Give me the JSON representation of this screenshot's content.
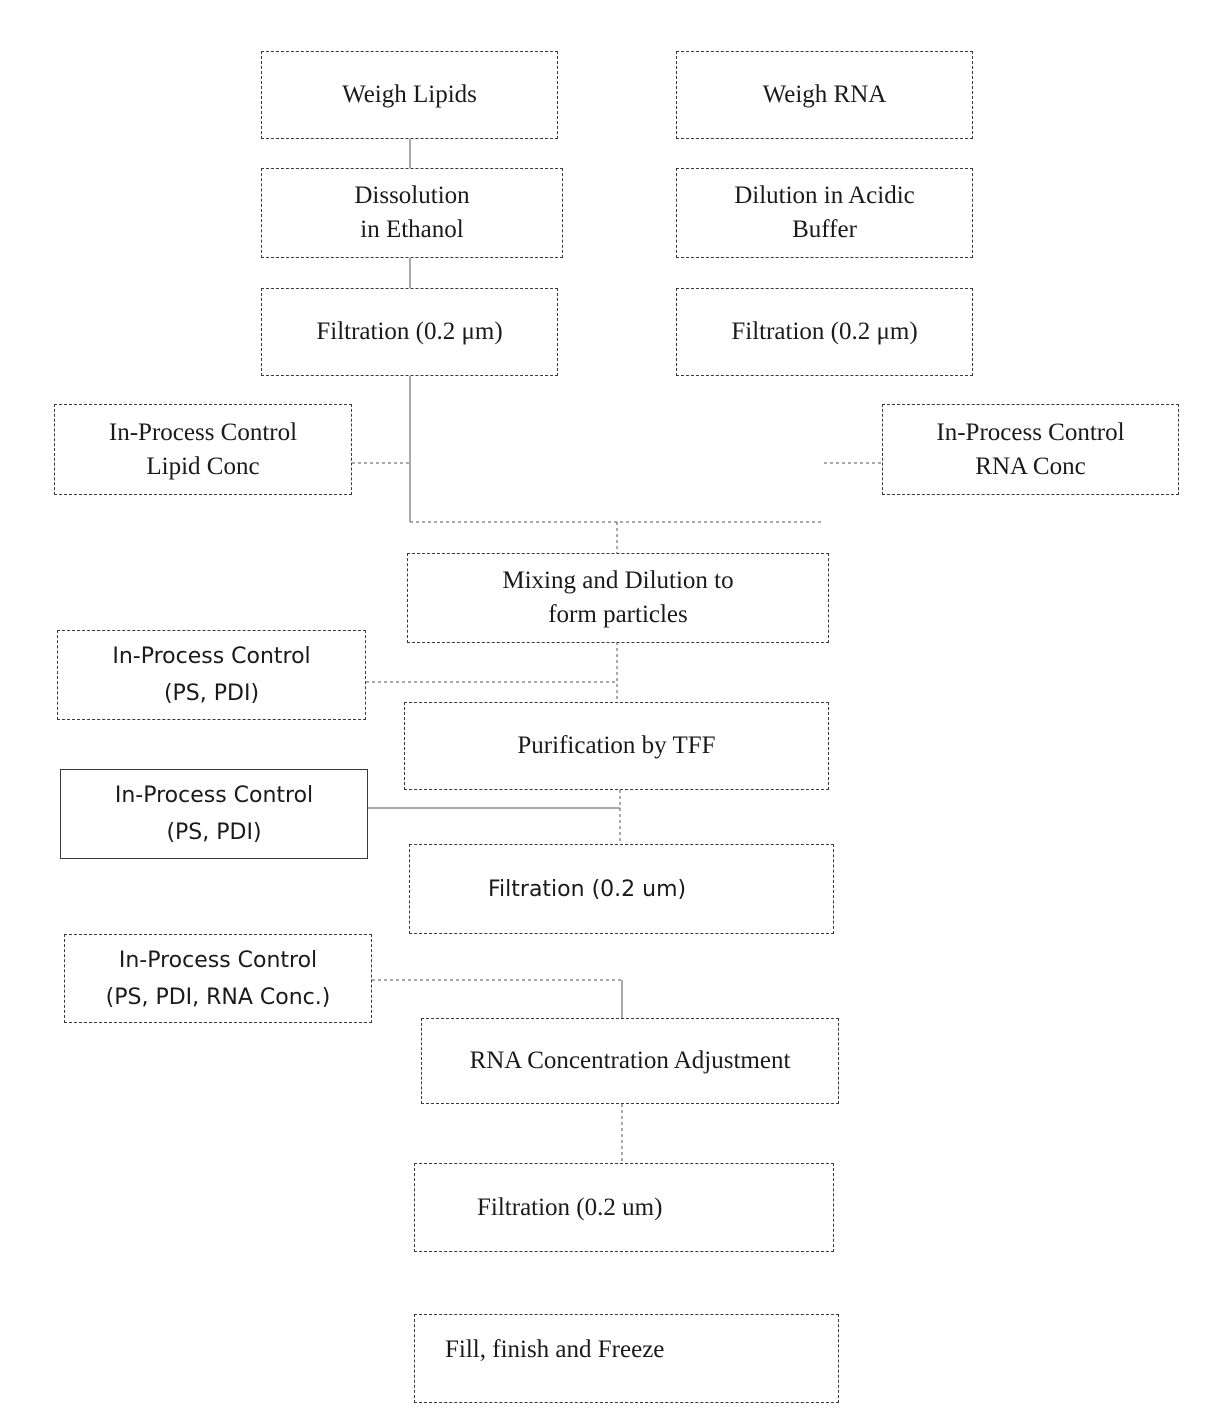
{
  "flowchart": {
    "lipid_branch": {
      "weigh_lipids": "Weigh Lipids",
      "dissolution": "Dissolution\nin Ethanol",
      "filtration": "Filtration (0.2 μm)"
    },
    "rna_branch": {
      "weigh_rna": "Weigh RNA",
      "dilution": "Dilution in Acidic\nBuffer",
      "filtration": "Filtration    (0.2 μm)"
    },
    "ipc_lipid_conc": "In-Process Control\nLipid Conc",
    "ipc_rna_conc": "In-Process Control\nRNA Conc",
    "mixing": "Mixing and Dilution to\nform particles",
    "ipc_ps_pdi_1": "In-Process Control\n(PS, PDI)",
    "purification": "Purification by TFF",
    "ipc_ps_pdi_2": "In-Process Control\n(PS, PDI)",
    "filtration_after_tff": "Filtration (0.2 um)",
    "ipc_ps_pdi_rna": "In-Process Control\n(PS, PDI, RNA Conc.)",
    "rna_adjustment": "RNA Concentration Adjustment",
    "filtration_final": "Filtration (0.2 um)",
    "fill_finish": "Fill, finish and Freeze"
  }
}
